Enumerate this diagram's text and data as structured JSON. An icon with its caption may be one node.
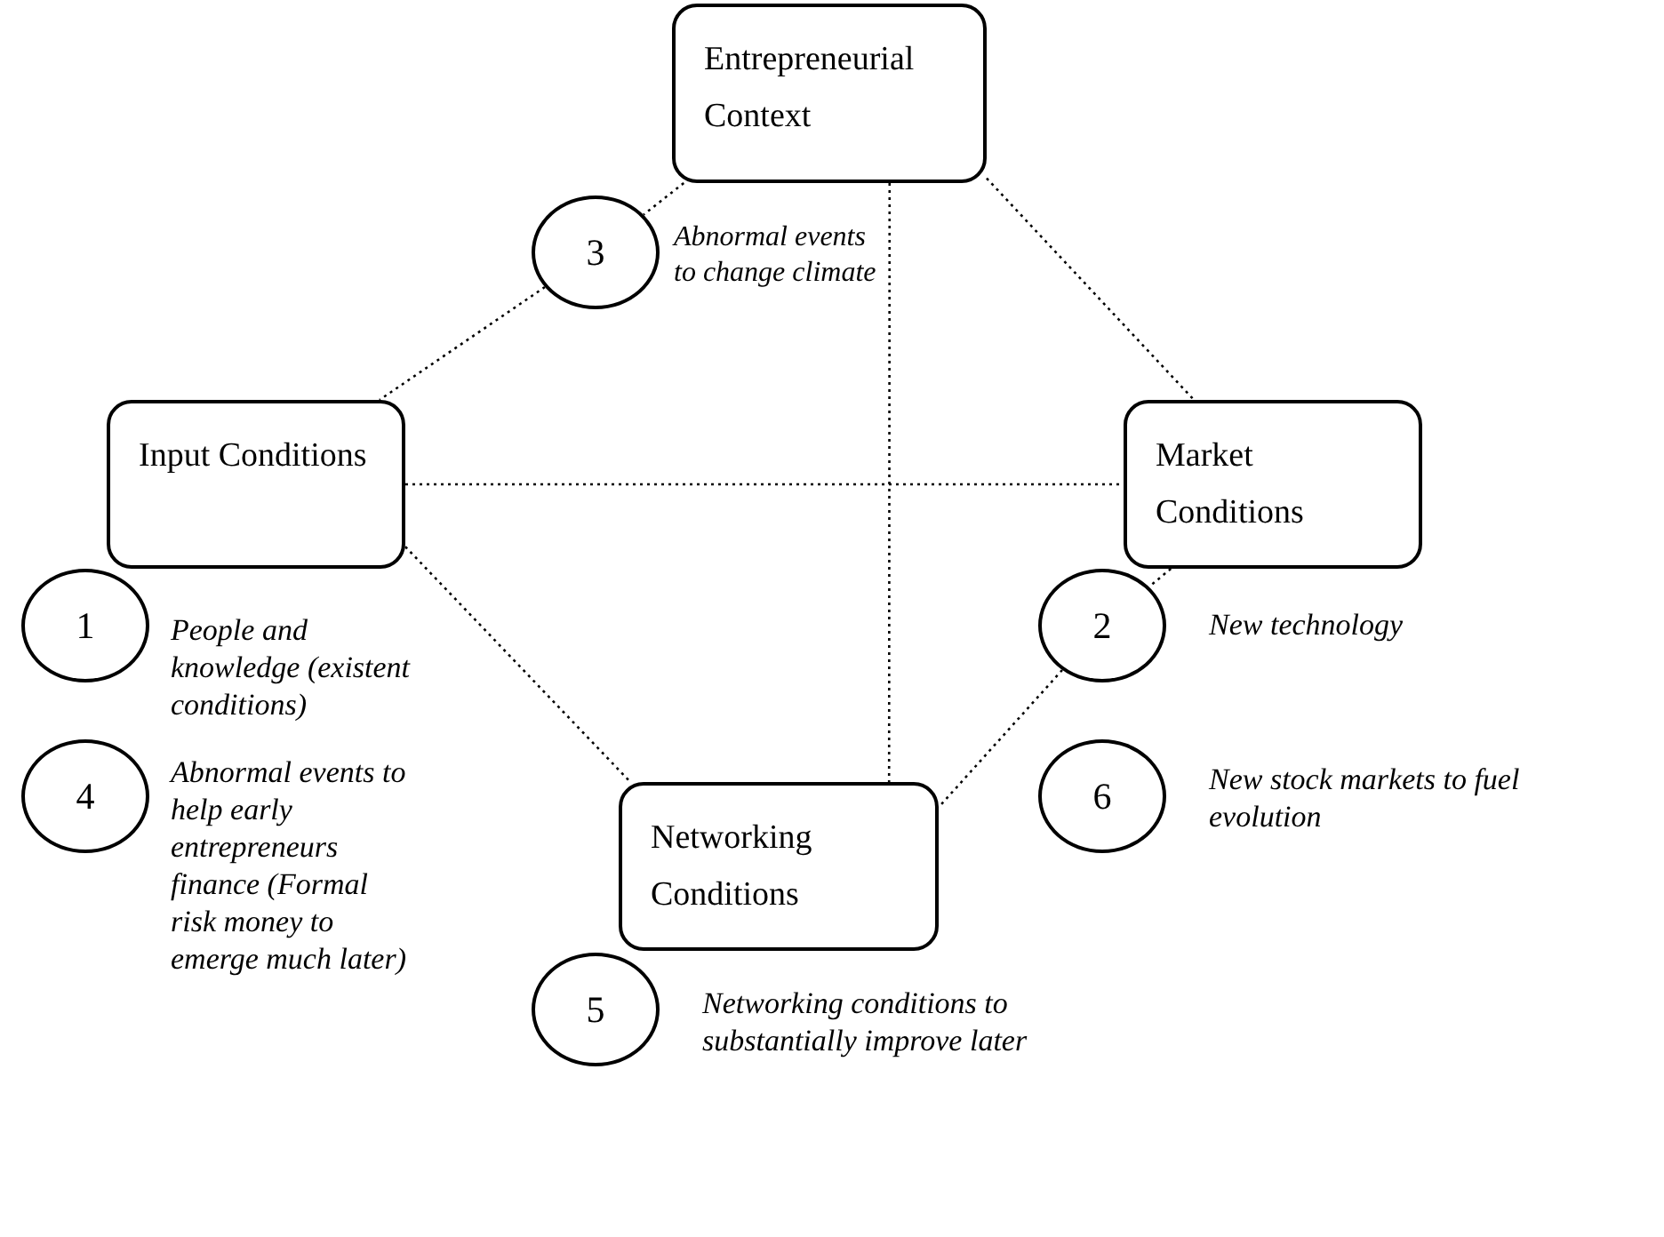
{
  "diagram": {
    "nodes": [
      {
        "text": [
          "Entrepreneurial Context"
        ]
      },
      {
        "text": [
          "3"
        ],
        "beside": [
          "Abnormal events to change climate"
        ]
      },
      {
        "text": [
          "Input Conditions"
        ]
      },
      {
        "text": [
          "Market Conditions"
        ]
      },
      {
        "text": [
          "1"
        ],
        "beside": [
          "People and knowledge (existent conditions)"
        ]
      },
      {
        "text": [
          "2"
        ],
        "beside": [
          "New technology"
        ]
      },
      {
        "text": [
          "4"
        ],
        "beside": [
          "Abnormal events to help early entrepreneurs finance (Formal risk money to emerge much later)"
        ]
      },
      {
        "text": [
          "Networking Conditions"
        ]
      },
      {
        "text": [
          "6"
        ],
        "beside": [
          "New stock markets to fuel evolution"
        ]
      },
      {
        "text": [
          "5"
        ],
        "beside": [
          "Networking conditions to substantially improve later"
        ]
      }
    ],
    "edges": [
      {
        "from": 0,
        "to": 1,
        "arrow": "none",
        "style": "dashed"
      },
      {
        "from": 1,
        "to": 2,
        "arrow": "none",
        "style": "dashed"
      },
      {
        "from": 0,
        "to": 3,
        "arrow": "none",
        "style": "dashed"
      },
      {
        "from": 0,
        "to": 7,
        "arrow": "none",
        "style": "dashed"
      },
      {
        "from": 2,
        "to": 3,
        "arrow": "none",
        "style": "dashed"
      },
      {
        "from": 2,
        "to": 7,
        "arrow": "none",
        "style": "dashed"
      },
      {
        "from": 3,
        "to": 5,
        "arrow": "none",
        "style": "dashed"
      },
      {
        "from": 5,
        "to": 7,
        "arrow": "none",
        "style": "dashed"
      }
    ]
  }
}
